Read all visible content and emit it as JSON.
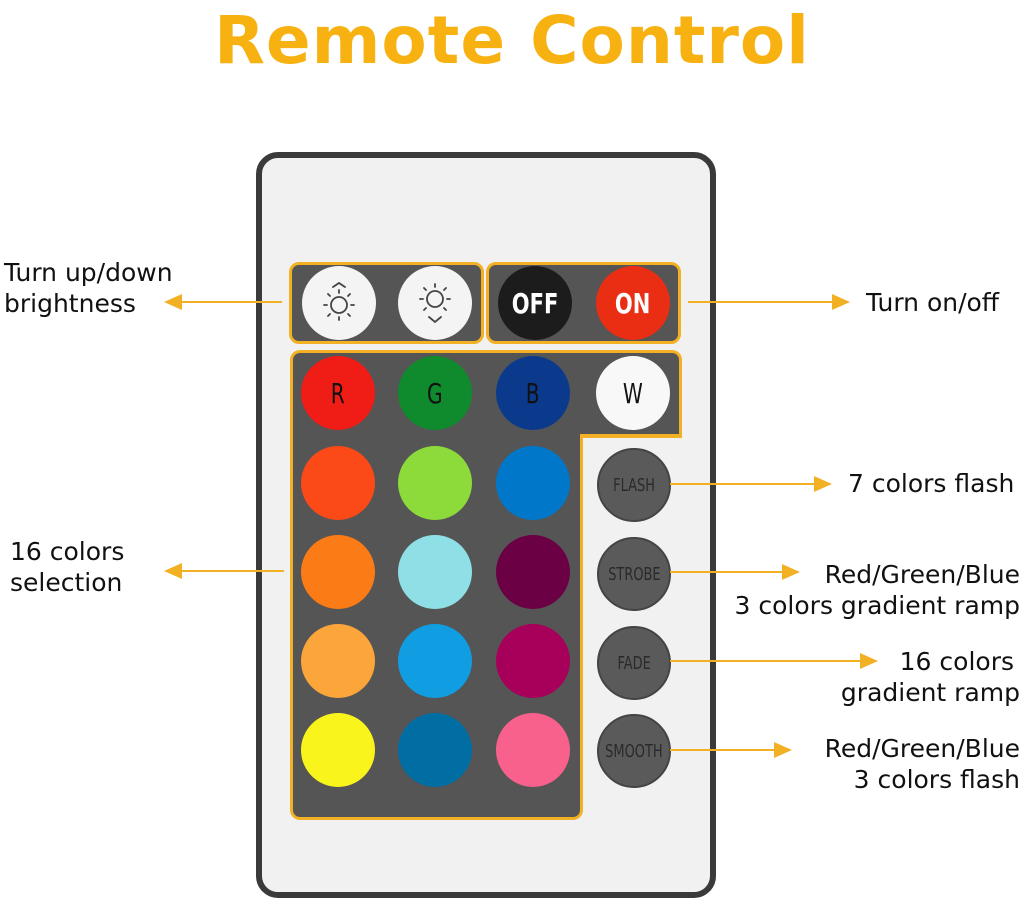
{
  "title": "Remote Control",
  "colors": {
    "accent": "#f7b212",
    "panel": "#555555",
    "body": "#f1f1f1"
  },
  "power": {
    "off_label": "OFF",
    "on_label": "ON"
  },
  "rgbw": {
    "r": "R",
    "g": "G",
    "b": "B",
    "w": "W"
  },
  "modes": {
    "flash": "FLASH",
    "strobe": "STROBE",
    "fade": "FADE",
    "smooth": "SMOOTH"
  },
  "color_buttons": [
    "#fb4a17",
    "#8cdb3a",
    "#0077c8",
    "#fb7c16",
    "#8fe0e6",
    "#6b0044",
    "#fba53a",
    "#109de2",
    "#a6005a",
    "#f8f41c",
    "#006ea3",
    "#f8618c"
  ],
  "icons": {
    "brightness_up": "sun-arrow-up-icon",
    "brightness_down": "sun-arrow-down-icon"
  },
  "labels": {
    "brightness_line1": "Turn up/down",
    "brightness_line2": "brightness",
    "power": "Turn on/off",
    "colors_line1": "16 colors",
    "colors_line2": "selection",
    "flash": "7 colors flash",
    "strobe_line1": "Red/Green/Blue",
    "strobe_line2": "3 colors gradient ramp",
    "fade_line1": "16 colors",
    "fade_line2": "gradient ramp",
    "smooth_line1": "Red/Green/Blue",
    "smooth_line2": "3 colors flash"
  }
}
